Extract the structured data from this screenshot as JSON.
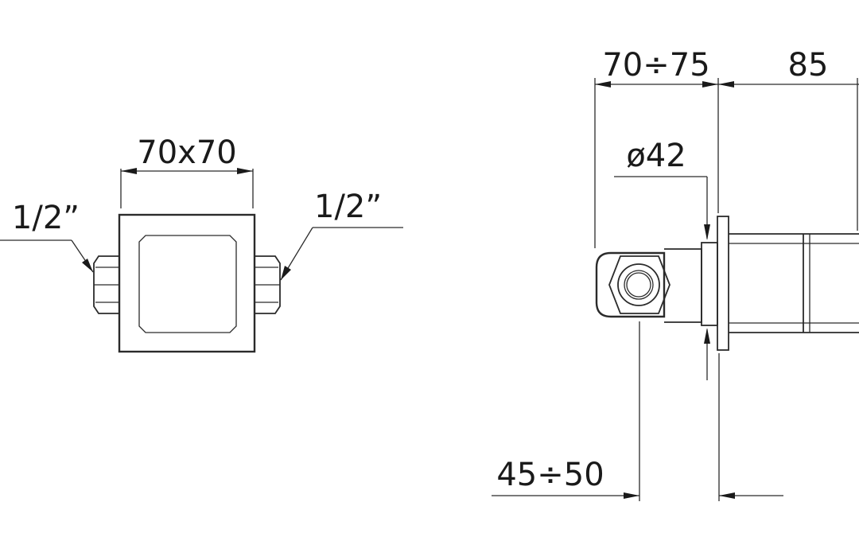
{
  "front_view": {
    "width_label": "70x70",
    "left_thread_label": "1/2”",
    "right_thread_label": "1/2”"
  },
  "side_view": {
    "depth_label": "70÷75",
    "extension_label": "85",
    "diameter_label": "ø42",
    "min_depth_label": "45÷50"
  }
}
